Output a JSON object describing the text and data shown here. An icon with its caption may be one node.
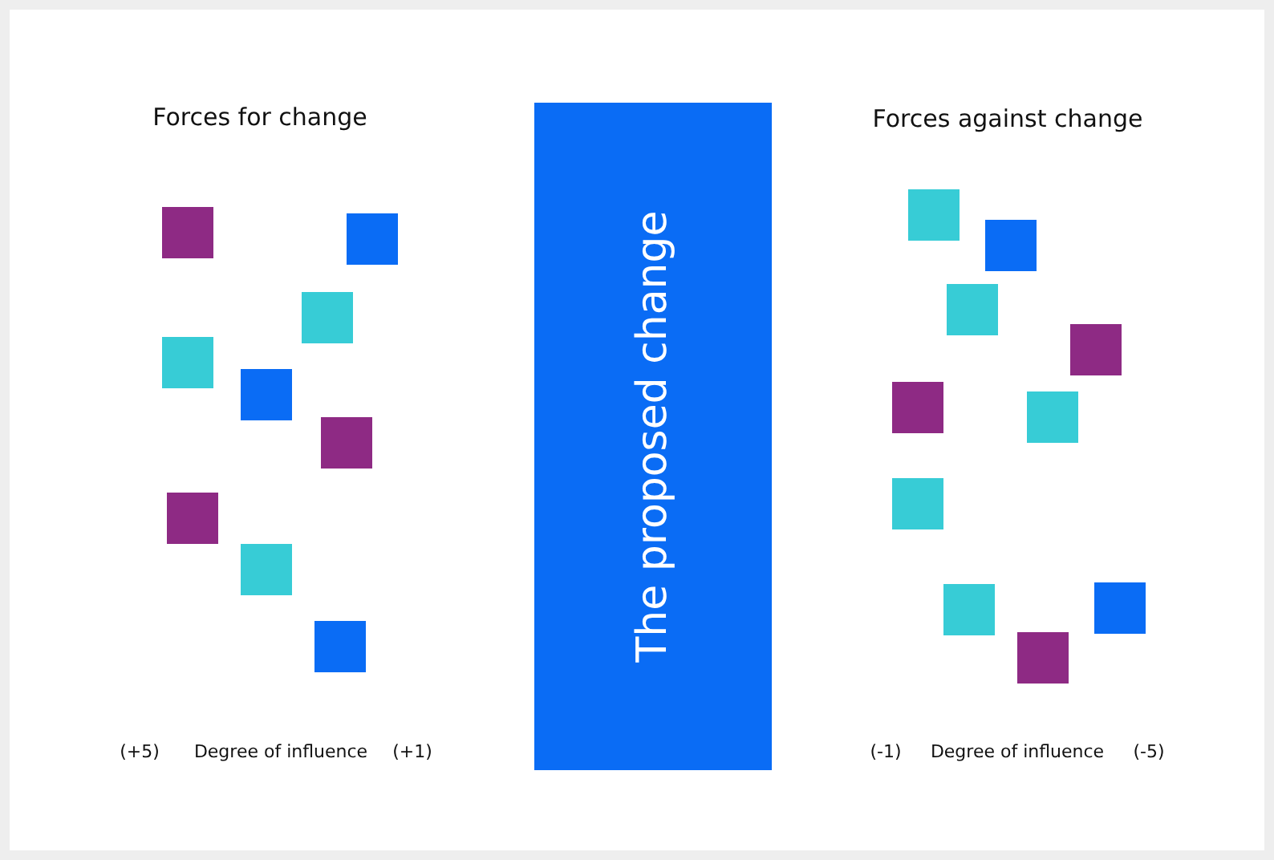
{
  "diagram": {
    "nodes": [
      {
        "text": [],
        "shape": "box"
      },
      {
        "text": [],
        "shape": "box"
      },
      {
        "text": [],
        "shape": "box"
      },
      {
        "text": [],
        "shape": "box"
      },
      {
        "text": [],
        "shape": "box"
      },
      {
        "text": [],
        "shape": "box"
      },
      {
        "text": [],
        "shape": "box"
      },
      {
        "text": [],
        "shape": "box"
      },
      {
        "text": [],
        "shape": "box"
      },
      {
        "text": [
          "The proposed change"
        ]
      },
      {
        "text": [],
        "shape": "box"
      },
      {
        "text": [],
        "shape": "box"
      },
      {
        "text": [],
        "shape": "box"
      },
      {
        "text": [],
        "shape": "box"
      },
      {
        "text": [],
        "shape": "box"
      },
      {
        "text": [],
        "shape": "box"
      },
      {
        "text": [],
        "shape": "box"
      },
      {
        "text": [],
        "shape": "box"
      },
      {
        "text": [],
        "shape": "box"
      },
      {
        "text": [],
        "shape": "box"
      }
    ],
    "edges": [],
    "labels": [
      "Forces for change",
      "Forces against change",
      "(+5)",
      "Degree of influence",
      "(+1)",
      "(-1)",
      "Degree of influence",
      "(-5)"
    ]
  }
}
